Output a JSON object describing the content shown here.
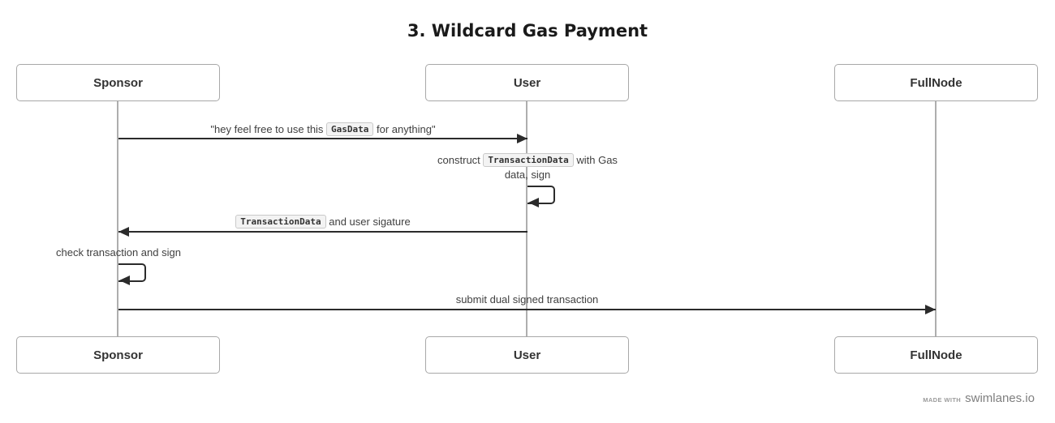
{
  "title": "3. Wildcard Gas Payment",
  "actors": [
    {
      "label": "Sponsor"
    },
    {
      "label": "User"
    },
    {
      "label": "FullNode"
    }
  ],
  "messages": [
    {
      "pre": "\"hey feel free to use this ",
      "code": "GasData",
      "post": " for anything\""
    },
    {
      "pre": "construct ",
      "code": "TransactionData",
      "post": " with Gas data, sign"
    },
    {
      "pre": "",
      "code": "TransactionData",
      "post": " and user sigature"
    },
    {
      "text": "check transaction and sign"
    },
    {
      "text": "submit dual signed transaction"
    }
  ],
  "footer": {
    "made_with": "MADE WITH",
    "brand": "swimlanes.io"
  },
  "colors": {
    "arrow": "#2b2b2b",
    "lifeline": "#aeaeae",
    "box_border": "#a8a8a8",
    "message_text": "#404040",
    "chip_background": "#f3f3f3",
    "chip_border": "#c9c9c9"
  }
}
